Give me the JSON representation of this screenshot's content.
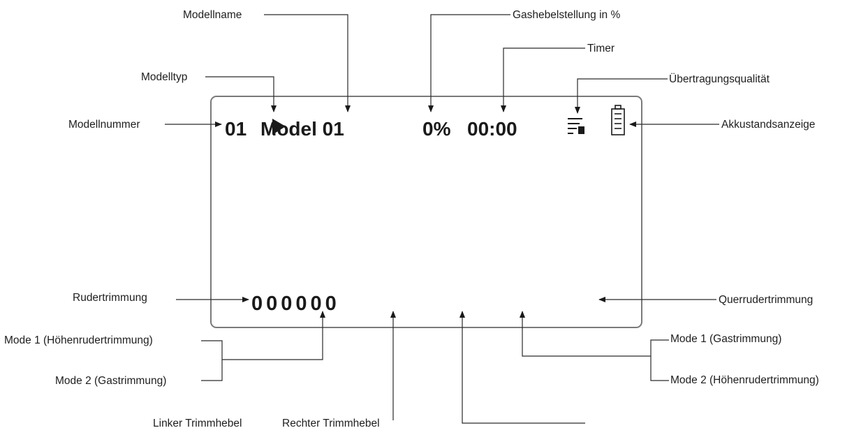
{
  "display": {
    "model_number": "01",
    "model_name": "Model 01",
    "throttle": "0%",
    "timer": "00:00",
    "trim_values": "000000"
  },
  "labels": {
    "modellname": "Modellname",
    "gashebel": "Gashebelstellung in %",
    "timer": "Timer",
    "modelltyp": "Modelltyp",
    "uebertragung": "Übertragungsqualität",
    "modellnummer": "Modellnummer",
    "akku": "Akkustandsanzeige",
    "rudertrimmung": "Rudertrimmung",
    "querruder": "Querrudertrimmung",
    "mode1_hoehen": "Mode 1 (Höhenrudertrimmung)",
    "mode2_gas": "Mode 2 (Gastrimmung)",
    "mode1_gas": "Mode 1 (Gastrimmung)",
    "mode2_hoehen": "Mode 2 (Höhenrudertrimmung)",
    "linker": "Linker Trimmhebel",
    "rechter": "Rechter Trimmhebel"
  },
  "icons": {
    "signal": "signal-quality-icon",
    "battery": "battery-icon"
  }
}
